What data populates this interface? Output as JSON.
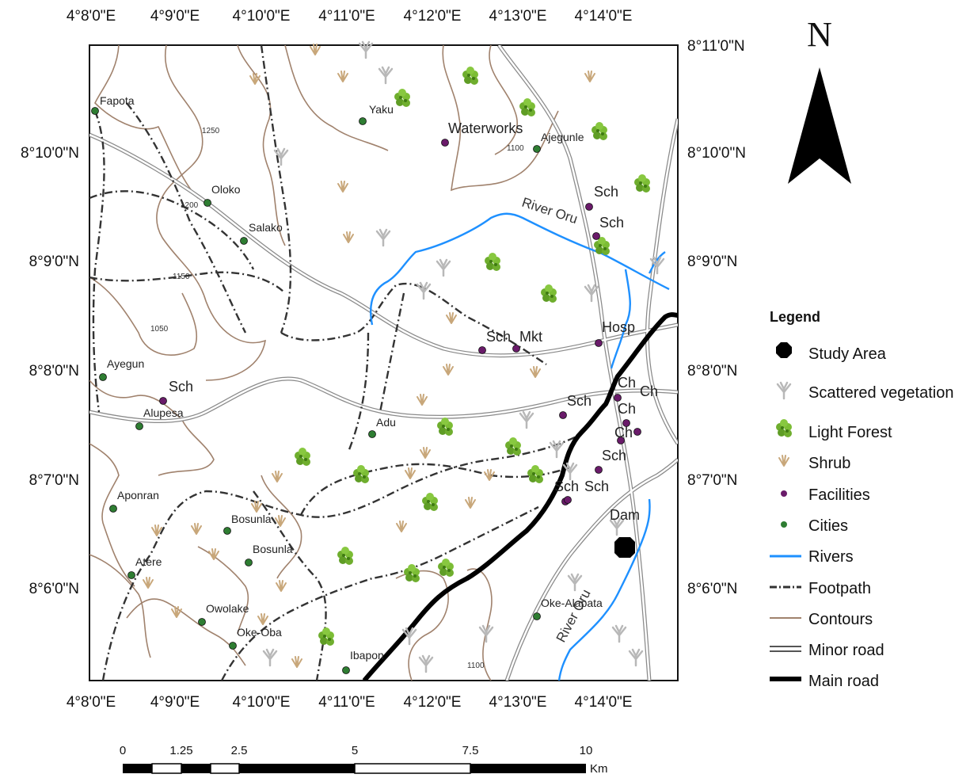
{
  "north_label": "N",
  "axis": {
    "longitudes": [
      "4°8'0\"E",
      "4°9'0\"E",
      "4°10'0\"E",
      "4°11'0\"E",
      "4°12'0\"E",
      "4°13'0\"E",
      "4°14'0\"E"
    ],
    "latitudes": [
      "8°11'0\"N",
      "8°10'0\"N",
      "8°9'0\"N",
      "8°8'0\"N",
      "8°7'0\"N",
      "8°6'0\"N"
    ]
  },
  "cities": [
    {
      "name": "Fapota"
    },
    {
      "name": "Yaku"
    },
    {
      "name": "Ajegunle"
    },
    {
      "name": "Oloko"
    },
    {
      "name": "Salako"
    },
    {
      "name": "Ayegun"
    },
    {
      "name": "Alupesa"
    },
    {
      "name": "Adu"
    },
    {
      "name": "Aponran"
    },
    {
      "name": "Bosunla"
    },
    {
      "name": "Bosunla"
    },
    {
      "name": "Atere"
    },
    {
      "name": "Owolake"
    },
    {
      "name": "Oke-Oba"
    },
    {
      "name": "Ibapon"
    },
    {
      "name": "Oke-Alapata"
    }
  ],
  "facilities": [
    {
      "name": "Waterworks"
    },
    {
      "name": "Sch"
    },
    {
      "name": "Sch"
    },
    {
      "name": "Sch"
    },
    {
      "name": "Mkt"
    },
    {
      "name": "Hosp"
    },
    {
      "name": "Sch"
    },
    {
      "name": "Ch"
    },
    {
      "name": "Ch"
    },
    {
      "name": "Ch"
    },
    {
      "name": "Ch"
    },
    {
      "name": "Sch"
    },
    {
      "name": "Sch"
    },
    {
      "name": "Sch"
    },
    {
      "name": "Sch"
    },
    {
      "name": "Dam"
    }
  ],
  "contour_labels": [
    "1250",
    "1200",
    "1150",
    "1050",
    "1100",
    "1100"
  ],
  "river_labels": [
    "River Oru",
    "River Oru"
  ],
  "legend": {
    "title": "Legend",
    "items": [
      {
        "label": "Study Area",
        "symbol": "octagon-black"
      },
      {
        "label": "Scattered vegetation",
        "symbol": "grey-sprig-icon"
      },
      {
        "label": "Light Forest",
        "symbol": "green-tree-cluster-icon"
      },
      {
        "label": "Shrub",
        "symbol": "brown-shrub-icon"
      },
      {
        "label": "Facilities",
        "symbol": "purple-dot",
        "color": "#6a1b6a"
      },
      {
        "label": "Cities",
        "symbol": "green-dot",
        "color": "#2e7d32"
      },
      {
        "label": "Rivers",
        "symbol": "blue-line",
        "color": "#1e90ff"
      },
      {
        "label": "Footpath",
        "symbol": "dash-dot-line",
        "color": "#333333"
      },
      {
        "label": "Contours",
        "symbol": "brown-line",
        "color": "#a0826d"
      },
      {
        "label": "Minor road",
        "symbol": "double-line",
        "color": "#666666"
      },
      {
        "label": "Main road",
        "symbol": "thick-black-line",
        "color": "#000000"
      }
    ]
  },
  "scale_bar": {
    "ticks": [
      "0",
      "1.25",
      "2.5",
      "5",
      "7.5",
      "10"
    ],
    "unit": "Km"
  },
  "colors": {
    "river": "#1e90ff",
    "contour": "#a0826d",
    "main_road": "#000000",
    "minor_road": "#8a8a8a",
    "footpath": "#333333",
    "city": "#2e7d32",
    "facility": "#6a1b6a",
    "forest": "#6fae2e",
    "shrub": "#c8a77a",
    "scattered": "#b8b8b8"
  }
}
